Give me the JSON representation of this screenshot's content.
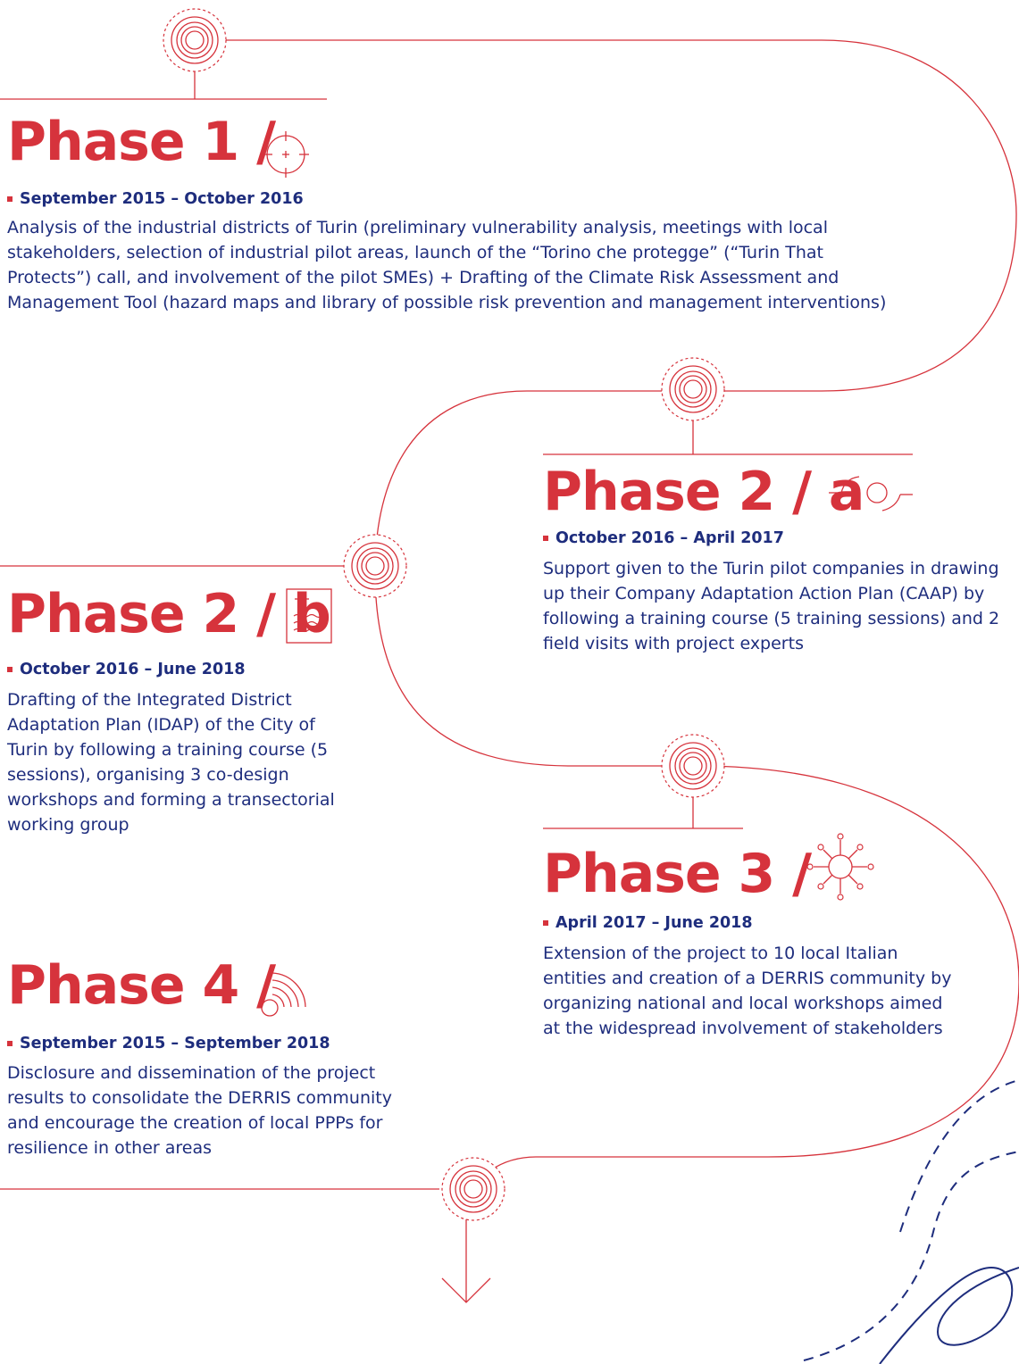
{
  "colors": {
    "accent": "#d6333c",
    "line": "#d6333c",
    "text": "#1e2d7d",
    "deco": "#1e2d7d"
  },
  "phases": [
    {
      "title": "Phase 1 /",
      "date": "September 2015 – October 2016",
      "description": "Analysis of the industrial districts of Turin (preliminary vulnerability analysis, meetings with local stakeholders, selection of industrial pilot areas, launch of the “Torino che protegge” (“Turin That Protects”) call, and involvement of the pilot SMEs) + Drafting of the Climate Risk Assessment and Management Tool (hazard maps and library of possible risk prevention and management interventions)",
      "icon": "crosshair-icon"
    },
    {
      "title": "Phase 2 / a",
      "date": "October 2016 – April 2017",
      "description": "Support given to the Turin pilot companies in drawing up their Company Adaptation Action Plan (CAAP) by following a training course (5 training sessions) and 2 field visits with project experts",
      "icon": "connector-icon"
    },
    {
      "title": "Phase 2 / b",
      "date": "October 2016 – June 2018",
      "description": "Drafting of the Integrated District Adaptation Plan (IDAP) of the City of Turin by following a training course (5 sessions), organising 3 co-design workshops and forming a transectorial working group",
      "icon": "document-icon"
    },
    {
      "title": "Phase 3 /",
      "date": "April 2017 – June 2018",
      "description": "Extension of the project to 10 local Italian entities and creation of a DERRIS community by organizing national and local workshops aimed at the widespread involvement of stakeholders",
      "icon": "network-icon"
    },
    {
      "title": "Phase 4 /",
      "date": "September 2015 – September 2018",
      "description": "Disclosure and dissemination of the project results to consolidate the DERRIS community and encourage the creation of local PPPs for resilience in other areas",
      "icon": "broadcast-icon"
    }
  ]
}
